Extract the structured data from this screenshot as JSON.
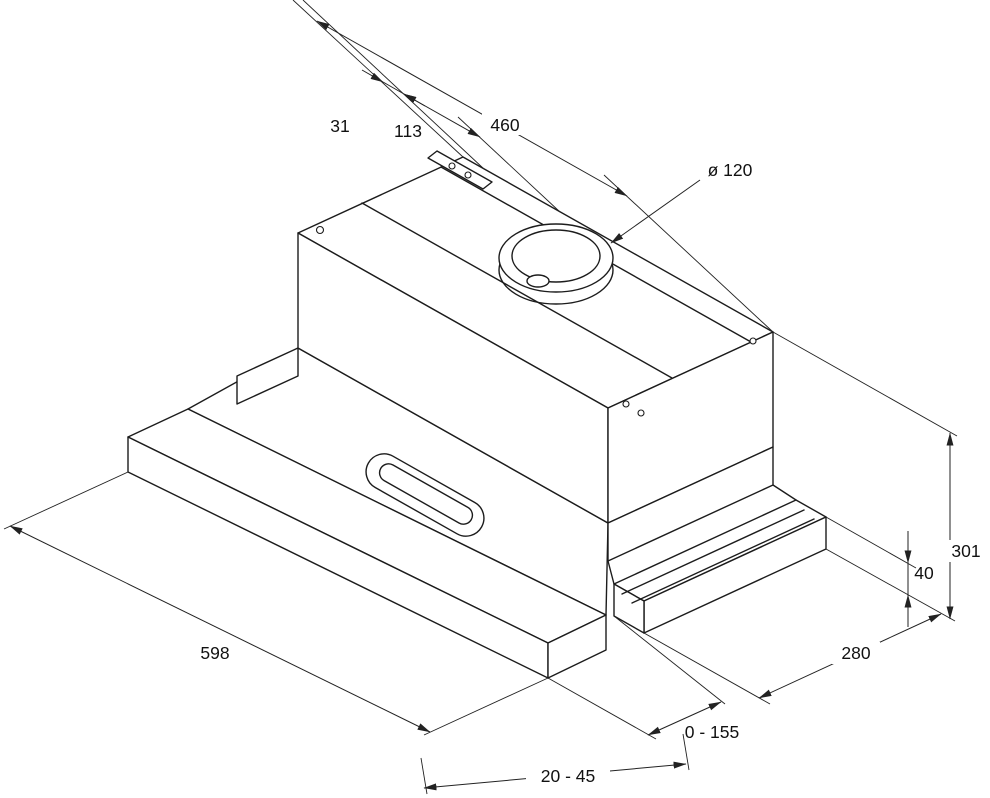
{
  "drawing": {
    "type": "technical-dimension-diagram",
    "subject": "Built-in telescopic cooker hood, isometric dimension drawing",
    "units": "mm",
    "line_color": "#1c1c1c",
    "background_color": "#ffffff",
    "dimensions": {
      "tab_offset": "31",
      "duct_offset": "113",
      "body_width": "460",
      "duct_diameter": "ø 120",
      "front_width": "598",
      "rail_length": "280",
      "total_height": "301",
      "rail_height": "40",
      "telescopic_extension": "0 - 155",
      "mounting_depth": "20 - 45"
    }
  }
}
